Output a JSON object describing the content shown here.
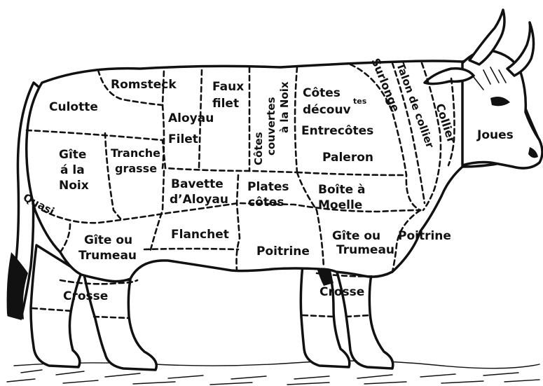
{
  "cuts": {
    "culotte": "Culotte",
    "romsteck": "Romsteck",
    "faux_filet_1": "Faux",
    "faux_filet_2": "filet",
    "cotes_couvertes_1": "Côtes",
    "cotes_couvertes_2": "couvertes",
    "cotes_couvertes_3": "à la Noix",
    "cotes_decouvertes_1": "Côtes",
    "cotes_decouvertes_2": "découv",
    "cotes_decouvertes_sup": "tes",
    "surlonge": "Surlonge",
    "talon_de_collier": "Talon de collier",
    "collier": "Collier",
    "joues": "Joues",
    "aloyau": "Aloyau",
    "filet": "Filet",
    "entrecotes": "Entrecôtes",
    "paleron": "Paleron",
    "gite_noix_1": "Gîte",
    "gite_noix_2": "á la",
    "gite_noix_3": "Noix",
    "tranche_grasse_1": "Tranche",
    "tranche_grasse_2": "grasse",
    "bavette_1": "Bavette",
    "bavette_2": "d’Aloyau",
    "plates_cotes_1": "Plates",
    "plates_cotes_2": "côtes",
    "boite_moelle_1": "Boîte à",
    "boite_moelle_2": "Moelle",
    "quasi": "Quasi",
    "gite_trumeau_rear_1": "Gîte ou",
    "gite_trumeau_rear_2": "Trumeau",
    "flanchet": "Flanchet",
    "poitrine_belly": "Poitrine",
    "gite_trumeau_front_1": "Gîte ou",
    "gite_trumeau_front_2": "Trumeau",
    "poitrine_front": "Poitrine",
    "crosse_rear": "Crosse",
    "crosse_front": "Crosse"
  }
}
